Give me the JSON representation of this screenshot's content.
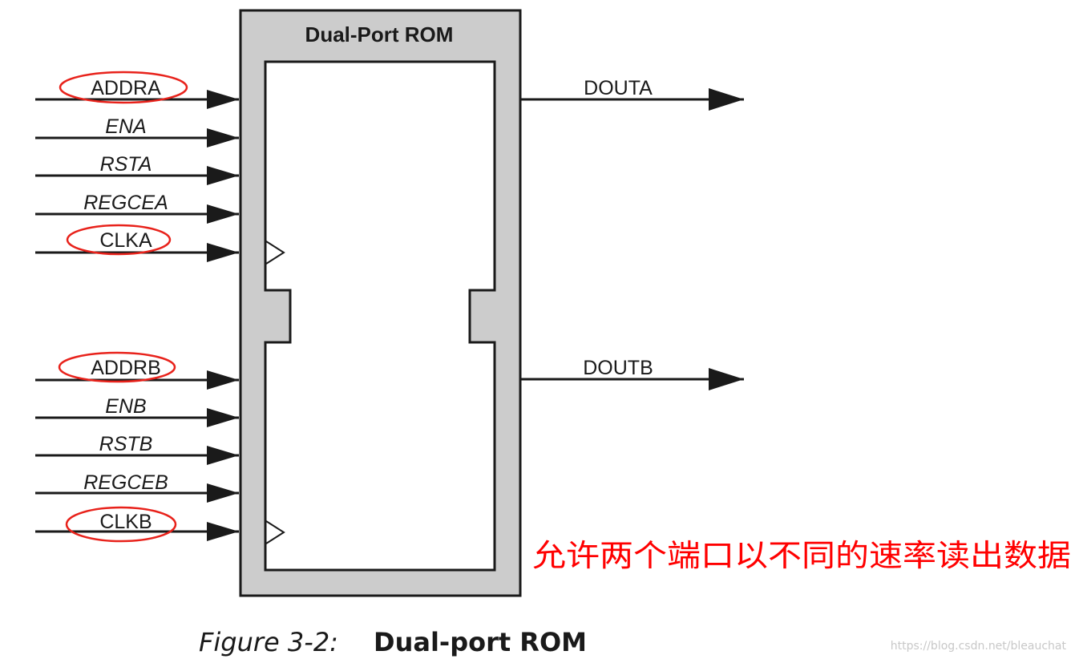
{
  "block": {
    "title": "Dual-Port ROM",
    "fill_color": "#cccccc",
    "border_color": "#1a1a1a"
  },
  "inputs_a": [
    {
      "label": "ADDRA",
      "italic": false,
      "highlighted": true,
      "clock": false
    },
    {
      "label": "ENA",
      "italic": true,
      "highlighted": false,
      "clock": false
    },
    {
      "label": "RSTA",
      "italic": true,
      "highlighted": false,
      "clock": false
    },
    {
      "label": "REGCEA",
      "italic": true,
      "highlighted": false,
      "clock": false
    },
    {
      "label": "CLKA",
      "italic": false,
      "highlighted": true,
      "clock": true
    }
  ],
  "inputs_b": [
    {
      "label": "ADDRB",
      "italic": false,
      "highlighted": true,
      "clock": false
    },
    {
      "label": "ENB",
      "italic": true,
      "highlighted": false,
      "clock": false
    },
    {
      "label": "RSTB",
      "italic": true,
      "highlighted": false,
      "clock": false
    },
    {
      "label": "REGCEB",
      "italic": true,
      "highlighted": false,
      "clock": false
    },
    {
      "label": "CLKB",
      "italic": false,
      "highlighted": true,
      "clock": true
    }
  ],
  "outputs": [
    {
      "label": "DOUTA"
    },
    {
      "label": "DOUTB"
    }
  ],
  "annotation": {
    "text": "允许两个端口以不同的速率读出数据",
    "color": "#ff0000"
  },
  "highlight_color": "#e8221b",
  "caption": {
    "label": "Figure 3-2:",
    "title": "Dual-port ROM"
  },
  "watermark": "https://blog.csdn.net/bleauchat"
}
